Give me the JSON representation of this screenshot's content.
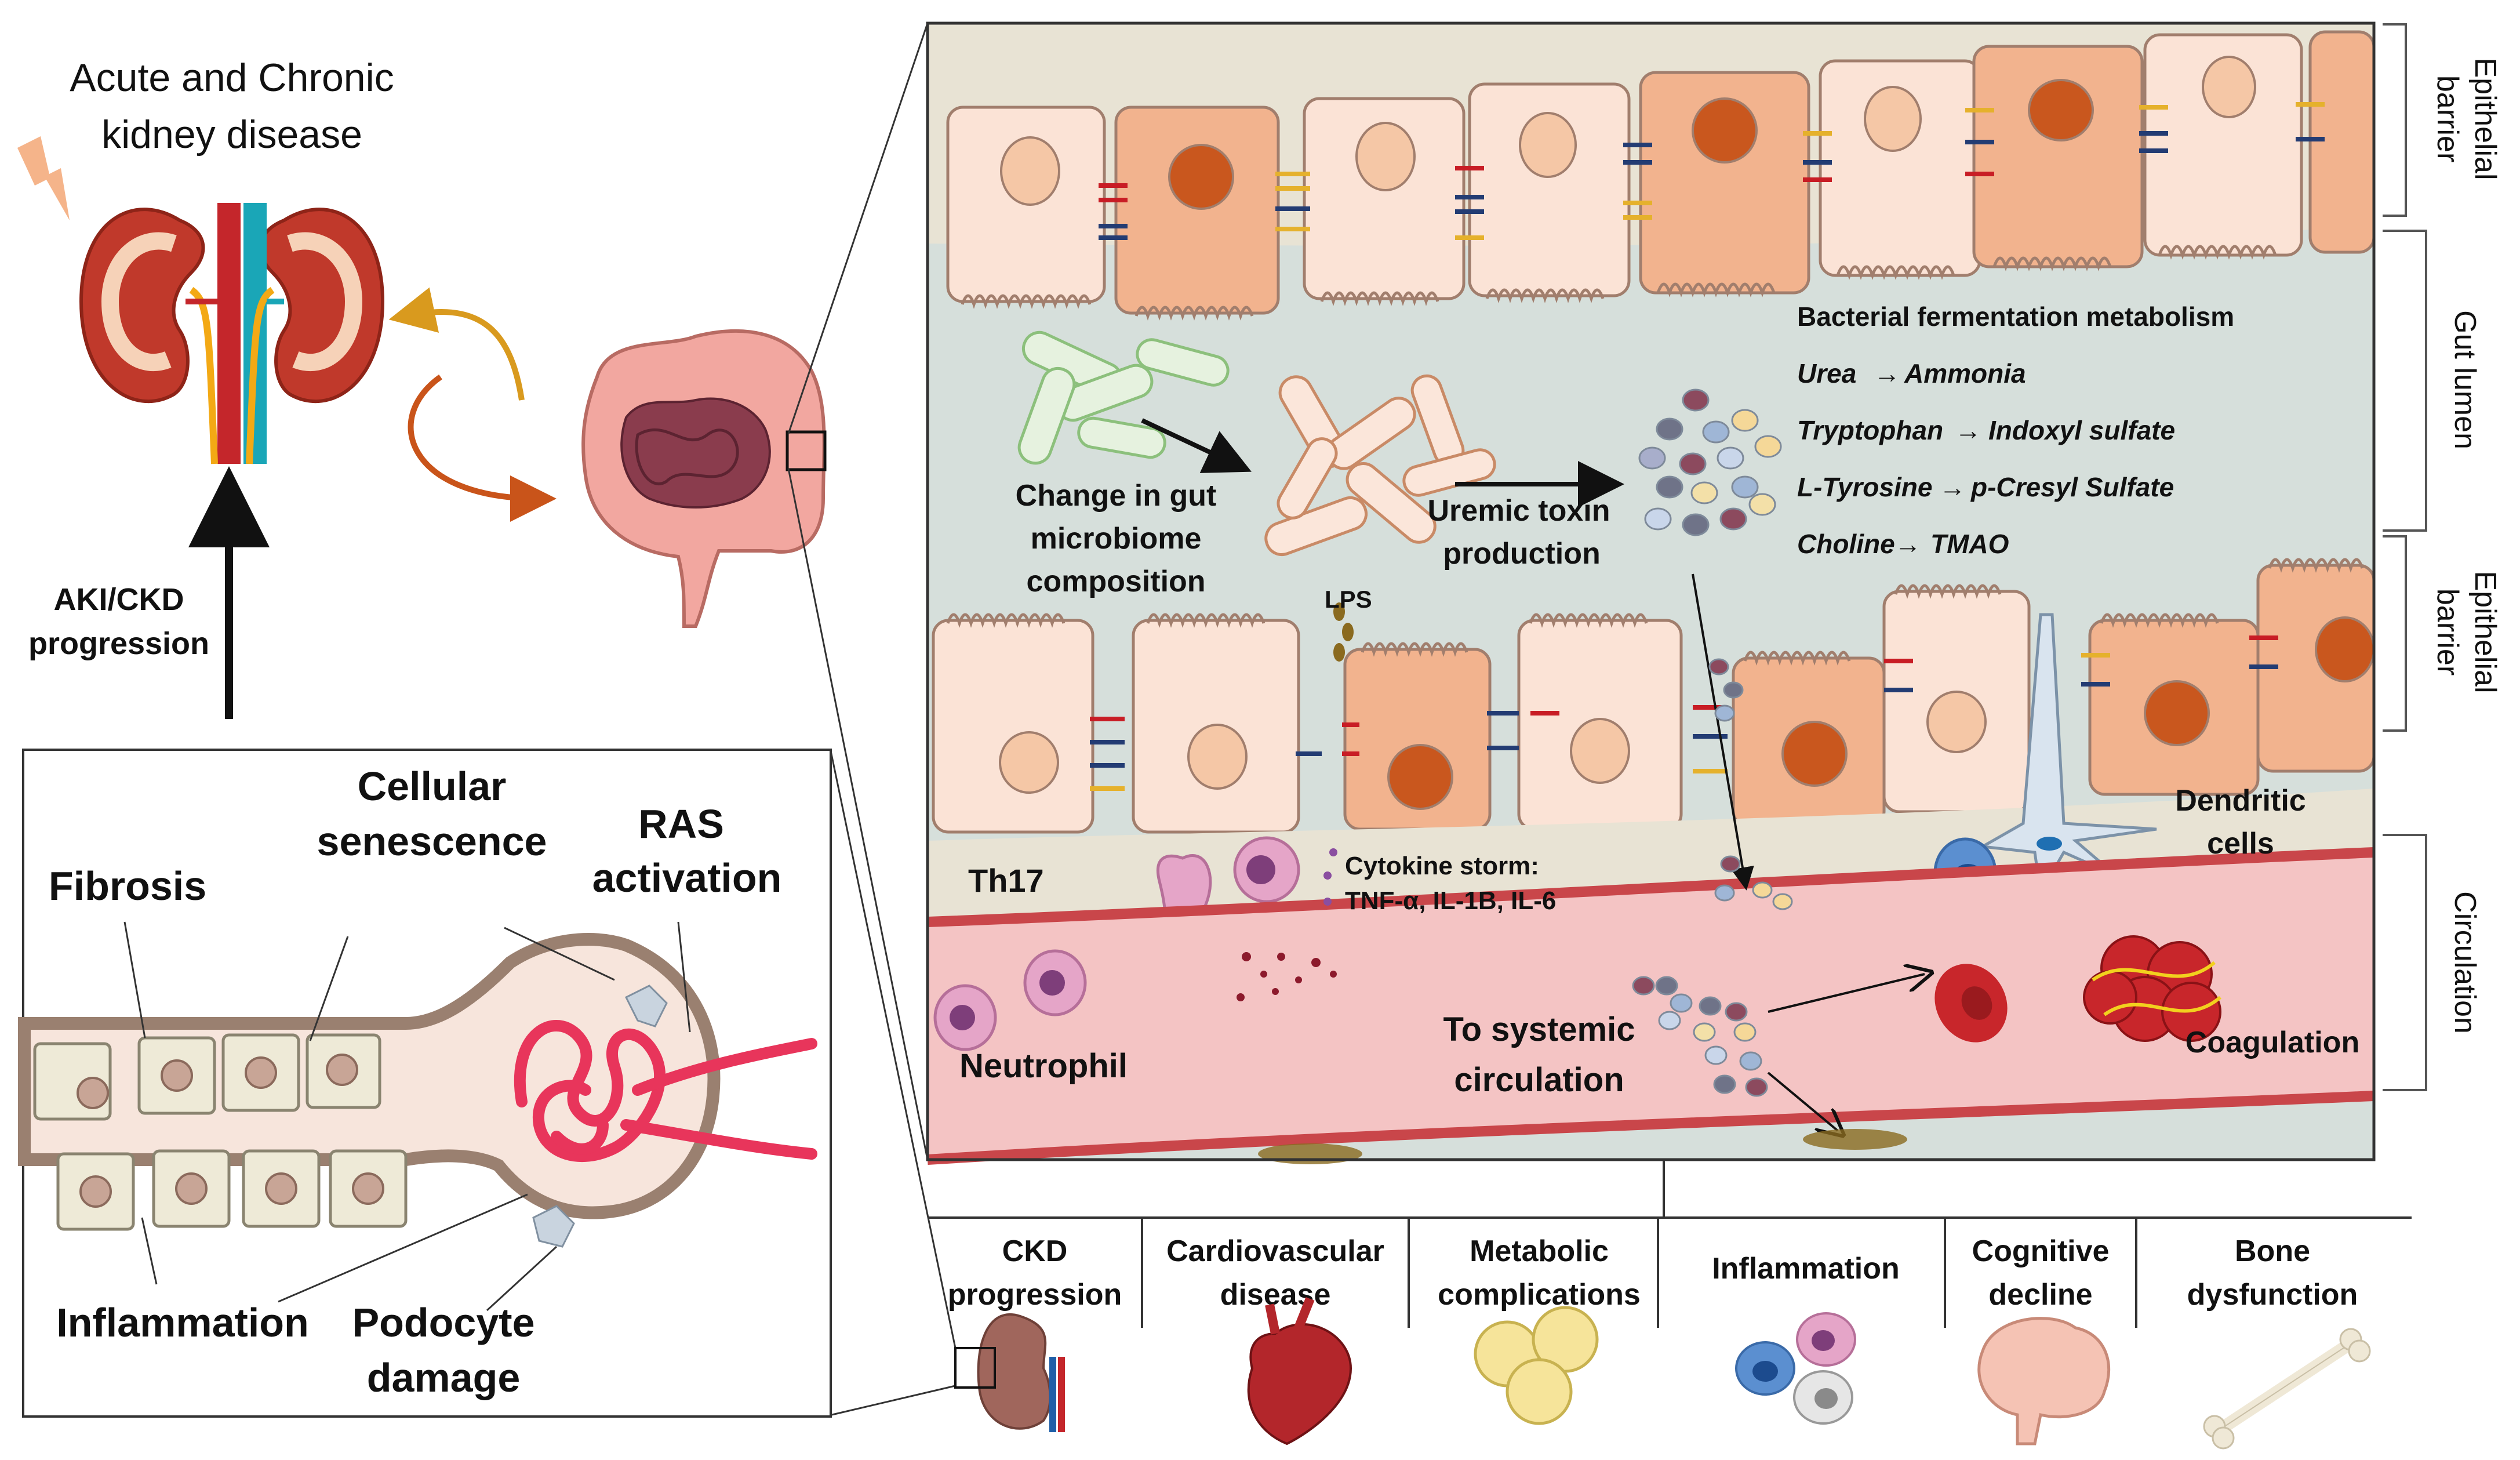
{
  "left": {
    "title_line1": "Acute and Chronic",
    "title_line2": "kidney disease",
    "progression_line1": "AKI/CKD",
    "progression_line2": "progression"
  },
  "nephron": {
    "fibrosis": "Fibrosis",
    "senescence_line1": "Cellular",
    "senescence_line2": "senescence",
    "ras_line1": "RAS",
    "ras_line2": "activation",
    "inflammation": "Inflammation",
    "podocyte_line1": "Podocyte",
    "podocyte_line2": "damage"
  },
  "gut": {
    "microbiome_line1": "Change in gut",
    "microbiome_line2": "microbiome",
    "microbiome_line3": "composition",
    "uremic_line1": "Uremic toxin",
    "uremic_line2": "production",
    "lps": "LPS",
    "th17": "Th17",
    "cytokine_line1": "Cytokine storm:",
    "cytokine_line2": "TNF-α, IL-1B, IL-6",
    "dendritic_line1": "Dendritic",
    "dendritic_line2": "cells",
    "neutrophil": "Neutrophil",
    "systemic_line1": "To systemic",
    "systemic_line2": "circulation",
    "coagulation": "Coagulation"
  },
  "metabolism": {
    "heading": "Bacterial fermentation metabolism",
    "rows": [
      {
        "from": "Urea",
        "to": "Ammonia"
      },
      {
        "from": "Tryptophan",
        "to": "Indoxyl sulfate"
      },
      {
        "from": "L-Tyrosine",
        "to": "p-Cresyl Sulfate"
      },
      {
        "from": "Choline",
        "to": "TMAO"
      }
    ]
  },
  "side_labels": {
    "epithelial_top_line1": "Epithelial",
    "epithelial_top_line2": "barrier",
    "gut_lumen": "Gut lumen",
    "epithelial_bottom_line1": "Epithelial",
    "epithelial_bottom_line2": "barrier",
    "circulation": "Circulation"
  },
  "outcomes": [
    {
      "line1": "CKD",
      "line2": "progression"
    },
    {
      "line1": "Cardiovascular",
      "line2": "disease"
    },
    {
      "line1": "Metabolic",
      "line2": "complications"
    },
    {
      "line1": "Inflammation",
      "line2": ""
    },
    {
      "line1": "Cognitive",
      "line2": "decline"
    },
    {
      "line1": "Bone",
      "line2": "dysfunction"
    }
  ],
  "colors": {
    "lumen": "#d6dfdb",
    "barrier_bg": "#e8e3d4",
    "cell_light": "#fbe3d6",
    "cell_dark": "#f2b38e",
    "nucleus_dark": "#c9571e",
    "blood": "#f4c4c4",
    "rbc": "#c8262b",
    "bacteria": "#f2c6a8",
    "kidney": "#c0392b"
  }
}
